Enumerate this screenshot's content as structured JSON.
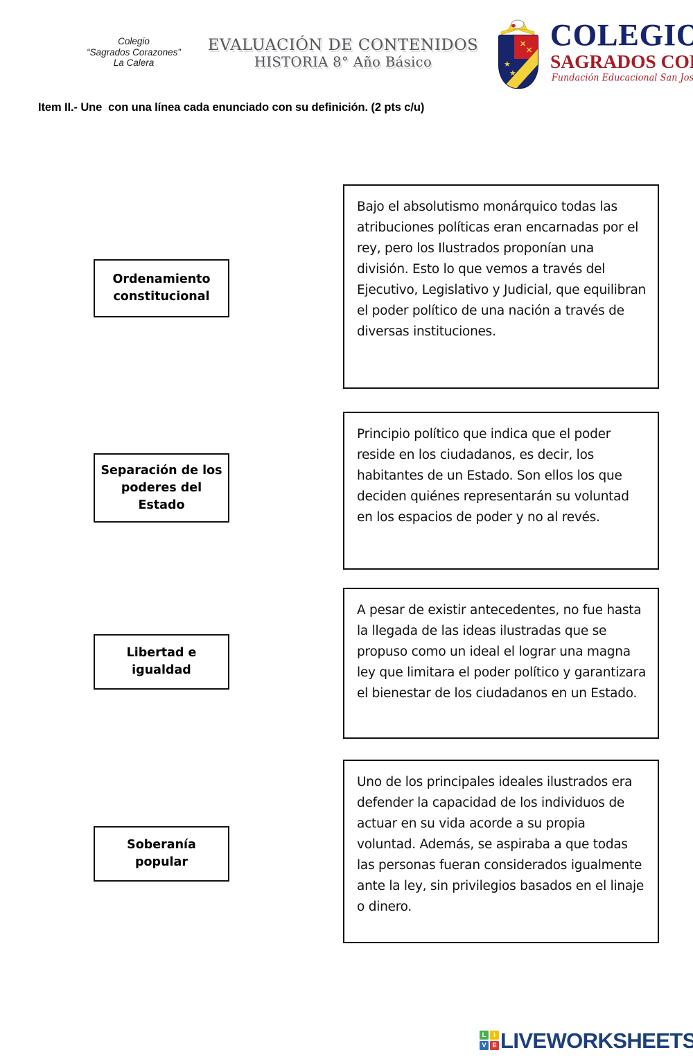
{
  "header": {
    "school": {
      "line1": "Colegio",
      "line2": "“Sagrados Corazones”",
      "line3": "La Calera"
    },
    "exam_title_line1": "EVALUACIÓN DE CONTENIDOS",
    "exam_title_line2": "HISTORIA 8° Año Básico",
    "logo": {
      "word_primary": "COLEGIO",
      "word_secondary": "SAGRADOS CORAZONES",
      "tagline": "Fundación Educacional San José Edralda",
      "color_primary": "#16246e",
      "color_secondary": "#a61b24",
      "crest_colors": {
        "field": "#17256b",
        "red": "#cc2027",
        "gold": "#f2d13a"
      }
    }
  },
  "instruction": "Item II.- Une  con una línea cada enunciado con su definición. (2 pts c/u)",
  "matching": {
    "terms": [
      {
        "id": "term-1",
        "label": "Ordenamiento constitucional"
      },
      {
        "id": "term-2",
        "label": "Separación de los poderes del Estado"
      },
      {
        "id": "term-3",
        "label": "Libertad e igualdad"
      },
      {
        "id": "term-4",
        "label": "Soberanía popular"
      }
    ],
    "definitions": [
      {
        "id": "def-1",
        "text": "Bajo el absolutismo monárquico todas las atribuciones políticas eran encarnadas por el rey, pero los Ilustrados proponían una división. Esto lo que vemos a través del Ejecutivo, Legislativo y Judicial, que equilibran el poder político de una nación a través de diversas instituciones."
      },
      {
        "id": "def-2",
        "text": "Principio político que indica que el poder reside en los ciudadanos, es decir, los habitantes de un Estado. Son ellos los que deciden quiénes representarán su voluntad en los espacios de poder y no al revés."
      },
      {
        "id": "def-3",
        "text": "A pesar de existir antecedentes, no fue hasta la llegada de las ideas ilustradas que se propuso como un ideal el lograr una magna ley que limitara el poder político y garantizara el bienestar de los ciudadanos en un Estado."
      },
      {
        "id": "def-4",
        "text": "Uno de los principales ideales ilustrados era defender la capacidad de los individuos de actuar en su vida acorde a su propia voluntad. Además, se aspiraba a que todas las personas fueran considerados igualmente ante la ley, sin privilegios basados en el linaje o dinero."
      }
    ]
  },
  "footer": {
    "brand_word": "LIVEWORKSHEETS",
    "brand_color": "#1b3f7a",
    "tiles": [
      {
        "letter": "L",
        "color": "#4caf50"
      },
      {
        "letter": "I",
        "color": "#f2c200"
      },
      {
        "letter": "V",
        "color": "#2f6fb5"
      },
      {
        "letter": "E",
        "color": "#d93a35"
      }
    ]
  }
}
